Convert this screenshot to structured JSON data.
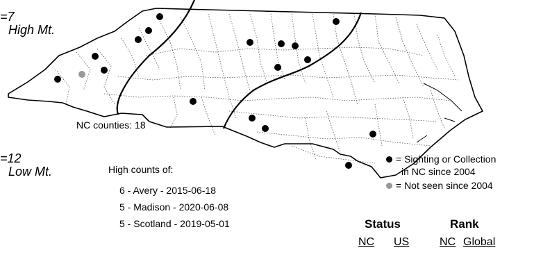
{
  "colors": {
    "present": "#000000",
    "historic": "#999999",
    "outline": "#000000",
    "county_line": "#555555"
  },
  "labels": {
    "high_mt_count": "=7",
    "high_mt_label": "High Mt.",
    "low_mt_count": "=12",
    "low_mt_label": "Low Mt.",
    "nc_counties": "NC counties: 18"
  },
  "high_counts": {
    "title": "High counts of:",
    "items": [
      "6 - Avery - 2015-06-18",
      "5 - Madison - 2020-06-08",
      "5 - Scotland - 2019-05-01"
    ]
  },
  "legend": {
    "present_line1": "= Sighting or Collection",
    "present_line2": "in NC since 2004",
    "historic": "= Not seen since 2004"
  },
  "status_rank": {
    "status_label": "Status",
    "rank_label": "Rank",
    "cols": [
      "NC",
      "US",
      "NC",
      "Global"
    ]
  }
}
